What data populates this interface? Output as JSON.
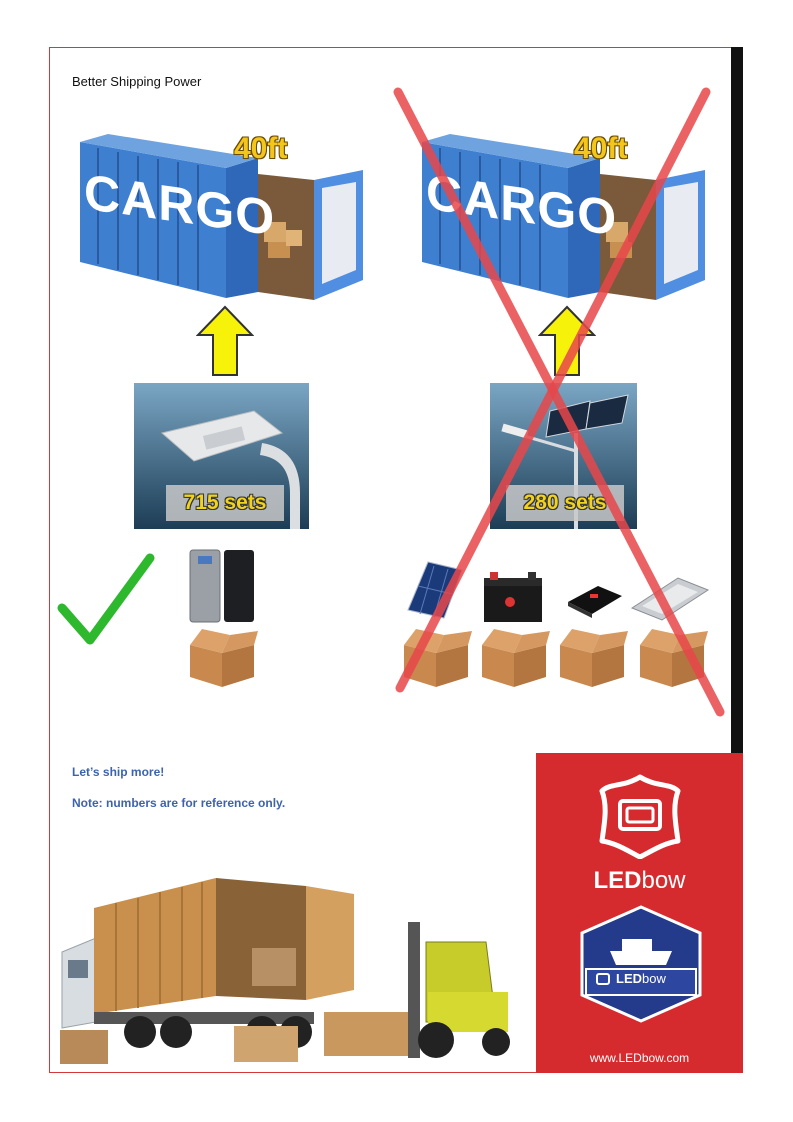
{
  "header": {
    "title": "Better Shipping Power"
  },
  "left": {
    "container_label": "CARGO",
    "size_label": "40ft",
    "sets_label": "715 sets"
  },
  "right": {
    "container_label": "CARGO",
    "size_label": "40ft",
    "sets_label": "280 sets"
  },
  "notes": {
    "line1": "Let’s ship more!",
    "line2": "Note: numbers are for reference only."
  },
  "brand": {
    "name_bold": "LED",
    "name_light": "bow",
    "badge_bold": "LED",
    "badge_light": "bow",
    "url": "www.LEDbow.com"
  },
  "colors": {
    "accent_red": "#d52b2e",
    "text_blue": "#3e63ad",
    "check_green": "#2eb82e",
    "cross_red": "#e8474a",
    "arrow_yellow": "#f7f20a"
  },
  "icons": {
    "check": "check-mark-icon",
    "cross": "x-mark-icon",
    "arrow": "arrow-up-icon"
  }
}
